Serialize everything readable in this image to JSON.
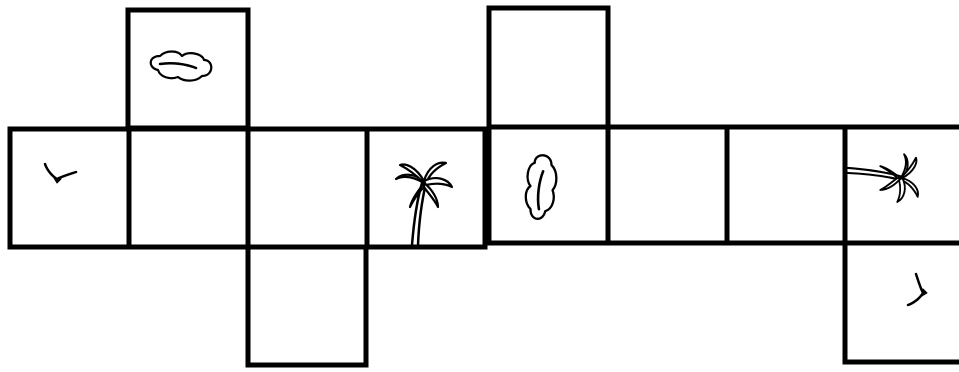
{
  "nets": [
    {
      "name": "left-net",
      "faces": [
        {
          "id": "top",
          "icon": "cloud-icon"
        },
        {
          "id": "left",
          "icon": "bird-icon"
        },
        {
          "id": "front",
          "icon": ""
        },
        {
          "id": "right",
          "icon": ""
        },
        {
          "id": "back",
          "icon": "palm-tree-icon"
        },
        {
          "id": "bottom",
          "icon": ""
        }
      ]
    },
    {
      "name": "right-net",
      "faces": [
        {
          "id": "top",
          "icon": ""
        },
        {
          "id": "left",
          "icon": "cloud-icon"
        },
        {
          "id": "front",
          "icon": ""
        },
        {
          "id": "right",
          "icon": ""
        },
        {
          "id": "back",
          "icon": "palm-tree-icon"
        },
        {
          "id": "bottom",
          "icon": "bird-icon"
        }
      ]
    }
  ],
  "colors": {
    "line": "#000000",
    "background": "#ffffff"
  }
}
